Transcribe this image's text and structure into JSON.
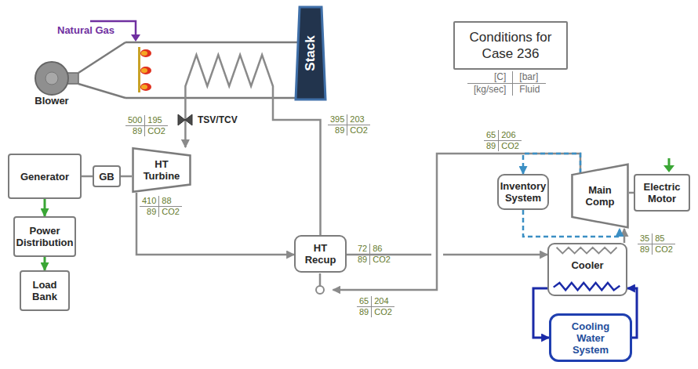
{
  "diagram": {
    "nodes": [
      {
        "text": [
          "Blower"
        ]
      },
      {
        "text": [
          "Stack"
        ]
      },
      {
        "text": [
          "Conditions for Case 236"
        ]
      },
      {
        "text": [
          "Generator"
        ]
      },
      {
        "text": [
          "GB"
        ]
      },
      {
        "text": [
          "HT Turbine"
        ]
      },
      {
        "text": [
          "Power Distribution"
        ]
      },
      {
        "text": [
          "Load Bank"
        ]
      },
      {
        "text": [
          "HT Recup"
        ]
      },
      {
        "text": [
          "Inventory System"
        ]
      },
      {
        "text": [
          "Main Comp"
        ]
      },
      {
        "text": [
          "Electric Motor"
        ]
      },
      {
        "text": [
          "Cooler"
        ]
      },
      {
        "text": [
          "Cooling Water System"
        ]
      }
    ],
    "edges": [
      {
        "from": 3,
        "to": 4,
        "arrow": "none"
      },
      {
        "from": 4,
        "to": 5,
        "arrow": "none"
      },
      {
        "from": 3,
        "to": 6,
        "arrow": "to"
      },
      {
        "from": 6,
        "to": 7,
        "arrow": "to"
      },
      {
        "from": 5,
        "to": 8,
        "arrow": "to"
      },
      {
        "from": 8,
        "to": 5,
        "arrow": "to"
      },
      {
        "from": 8,
        "to": 12,
        "arrow": "to"
      },
      {
        "from": 12,
        "to": 10,
        "arrow": "to"
      },
      {
        "from": 10,
        "to": 8,
        "arrow": "to"
      },
      {
        "from": 10,
        "to": 9,
        "arrow": "to"
      },
      {
        "from": 9,
        "to": 10,
        "arrow": "to"
      },
      {
        "from": 10,
        "to": 11,
        "arrow": "none"
      },
      {
        "from": 12,
        "to": 13,
        "arrow": "to"
      },
      {
        "from": 13,
        "to": 12,
        "arrow": "to"
      }
    ],
    "labels": [
      "Natural Gas",
      "TSV/TCV",
      "500",
      "195",
      "89",
      "CO2",
      "395",
      "203",
      "89",
      "CO2",
      "410",
      "88",
      "89",
      "CO2",
      "65",
      "206",
      "89",
      "CO2",
      "72",
      "86",
      "89",
      "CO2",
      "35",
      "85",
      "89",
      "CO2",
      "65",
      "204",
      "89",
      "CO2",
      "[C]",
      "[bar]",
      "[kg/sec]",
      "Fluid"
    ]
  }
}
